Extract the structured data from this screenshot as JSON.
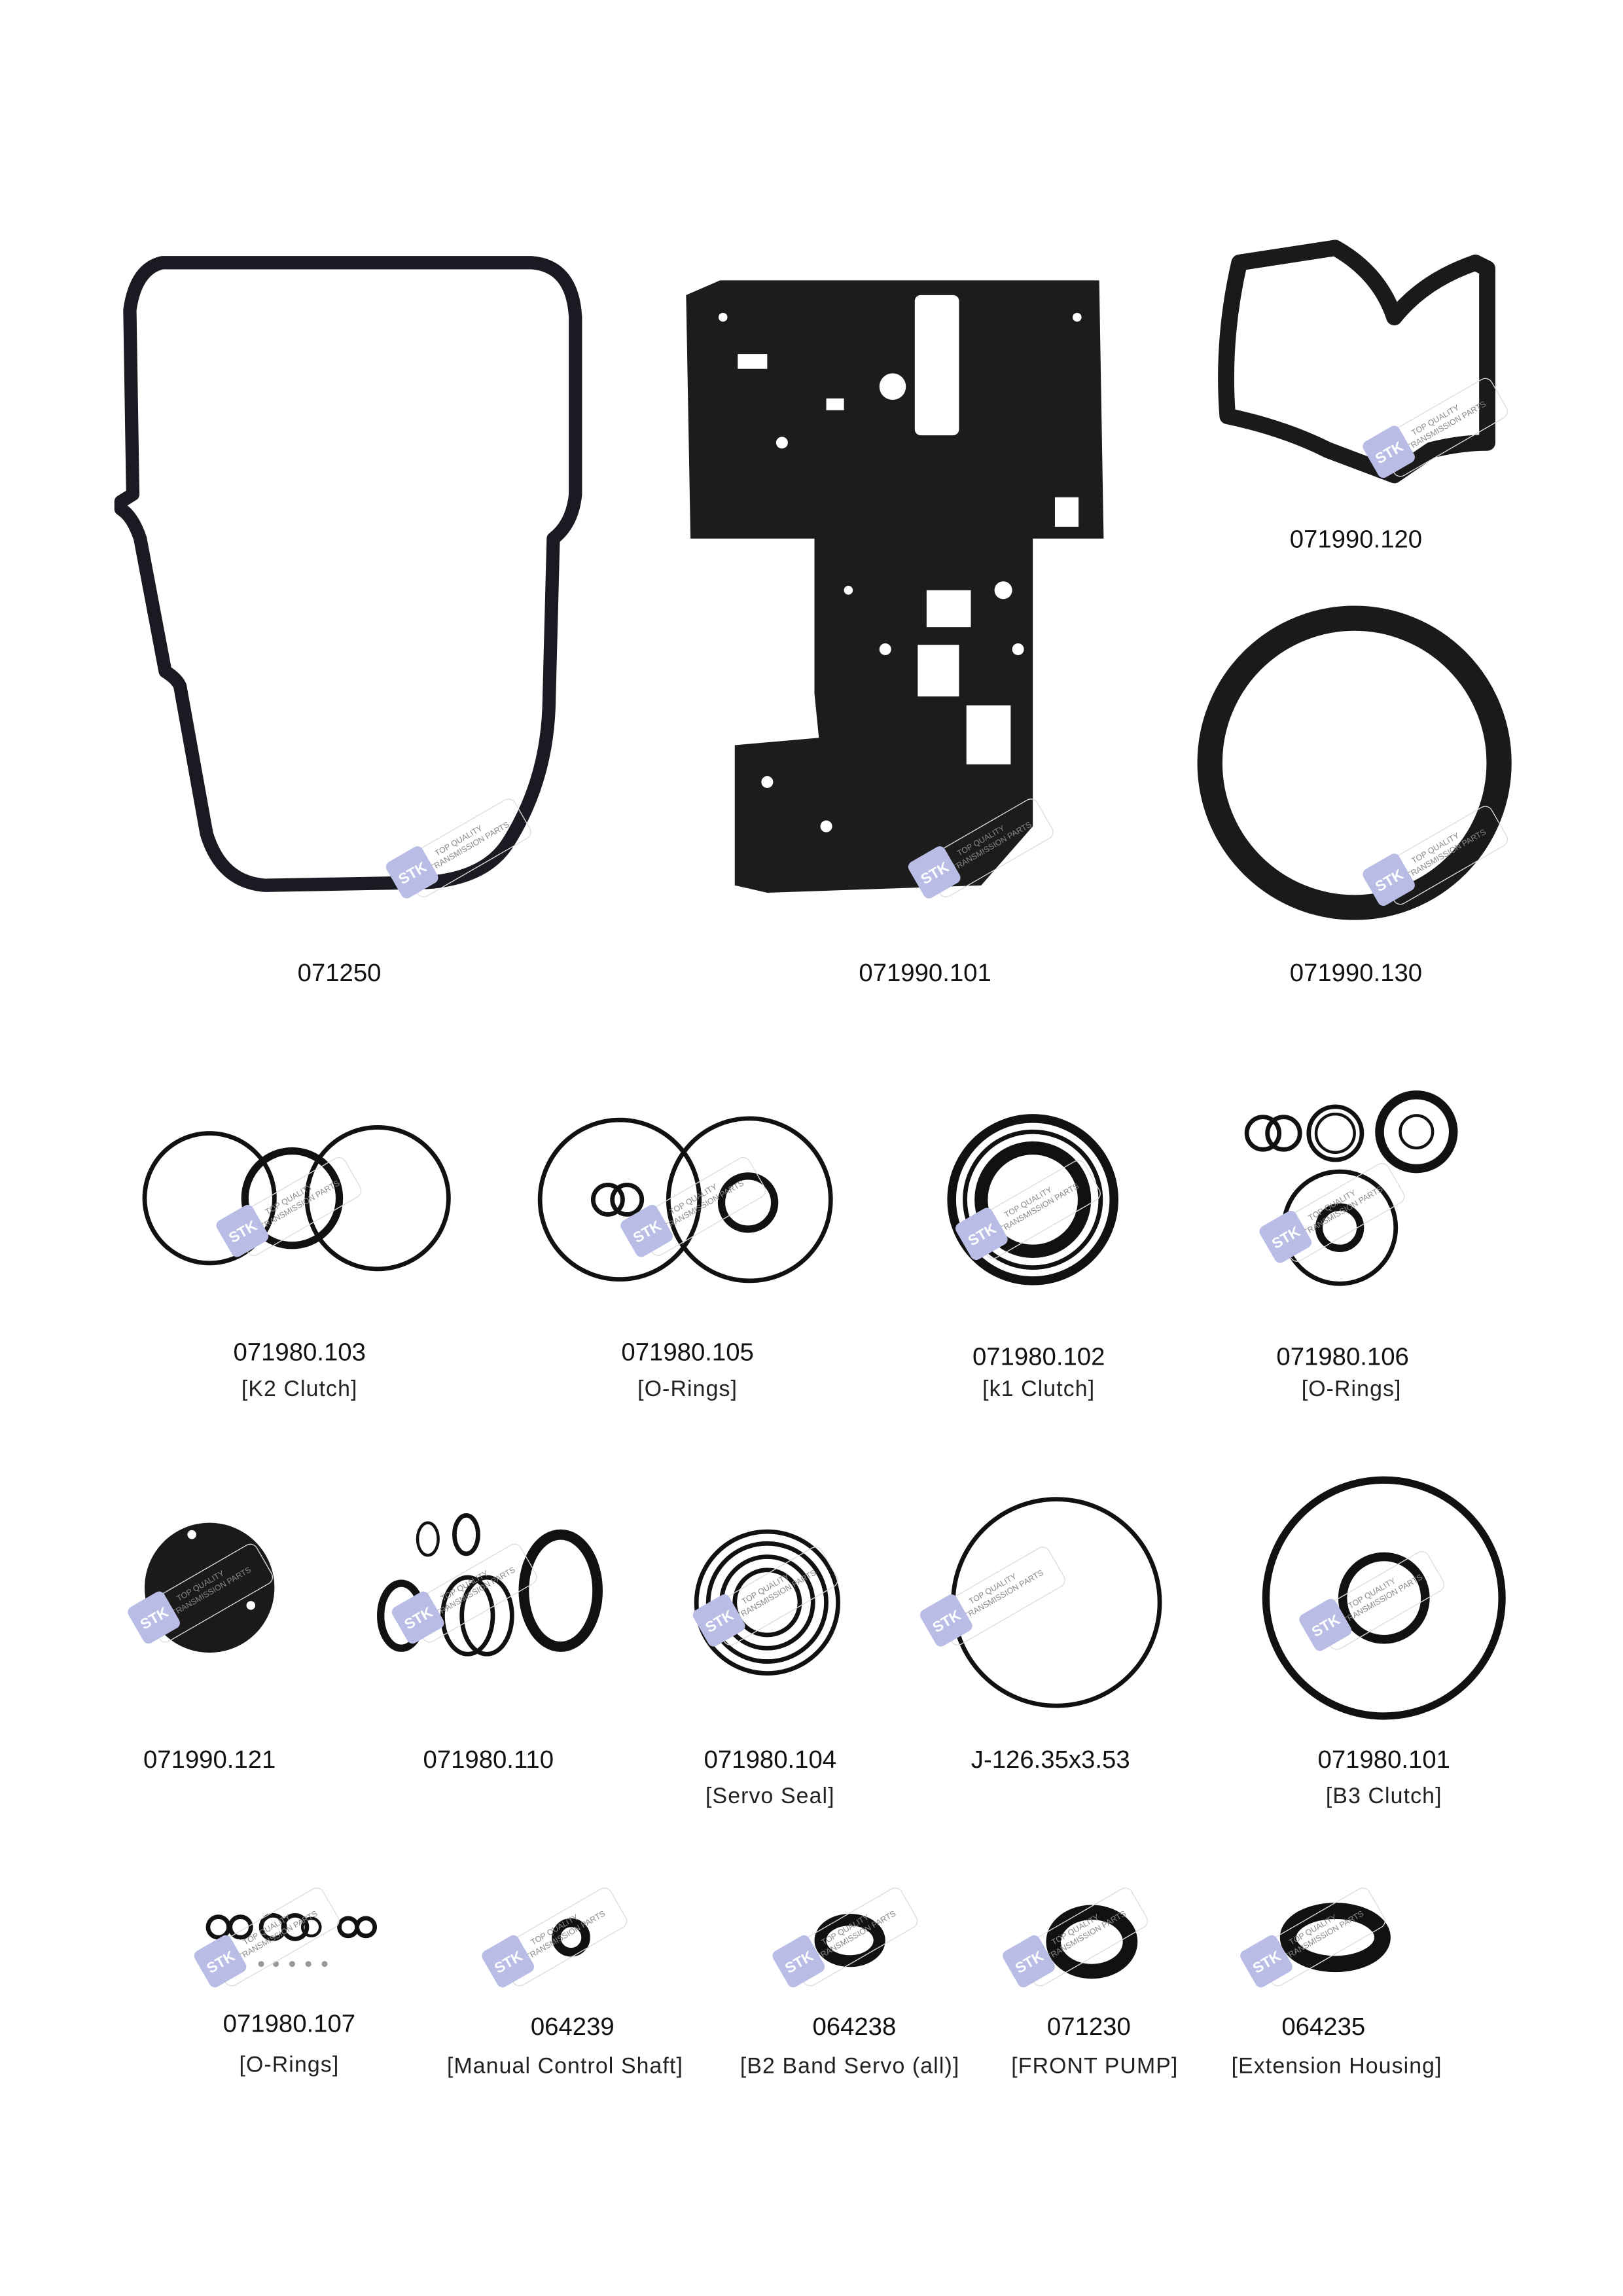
{
  "watermark": {
    "logo": "STK",
    "line1": "TOP QUALITY",
    "line2": "TRANSMISSION PARTS",
    "color": "#b9bde6"
  },
  "parts": [
    {
      "code": "071250",
      "desc": ""
    },
    {
      "code": "071990.101",
      "desc": ""
    },
    {
      "code": "071990.120",
      "desc": ""
    },
    {
      "code": "071990.130",
      "desc": ""
    },
    {
      "code": "071980.103",
      "desc": "[K2  Clutch]"
    },
    {
      "code": "071980.105",
      "desc": "[O-Rings]"
    },
    {
      "code": "071980.102",
      "desc": "[k1  Clutch]"
    },
    {
      "code": "071980.106",
      "desc": "[O-Rings]"
    },
    {
      "code": "071990.121",
      "desc": ""
    },
    {
      "code": "071980.110",
      "desc": ""
    },
    {
      "code": "071980.104",
      "desc": "[Servo Seal]"
    },
    {
      "code": "J-126.35x3.53",
      "desc": ""
    },
    {
      "code": "071980.101",
      "desc": "[B3  Clutch]"
    },
    {
      "code": "071980.107",
      "desc": "[O-Rings]"
    },
    {
      "code": "064239",
      "desc": "[Manual Control Shaft]"
    },
    {
      "code": "064238",
      "desc": "[B2 Band Servo (all)]"
    },
    {
      "code": "071230",
      "desc": "[FRONT PUMP]"
    },
    {
      "code": "064235",
      "desc": "[Extension Housing]"
    }
  ]
}
